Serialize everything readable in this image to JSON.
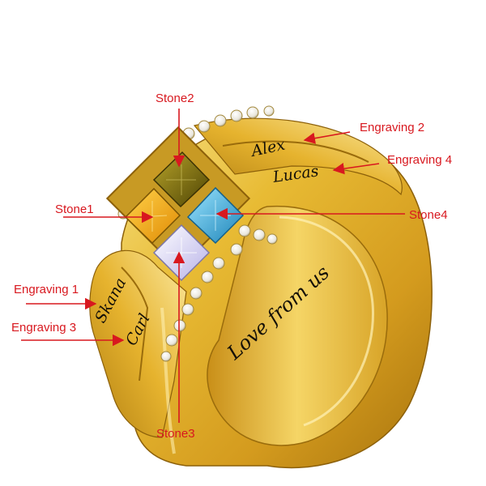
{
  "colors": {
    "label_red": "#d8181f",
    "gold_light": "#f7de7a",
    "gold_mid": "#e4b42c",
    "gold_dark": "#9a6c0c",
    "engraving_ink": "#141008",
    "stone_yellow": "#f3b010",
    "stone_olive": "#7a6c10",
    "stone_lavender": "#dcd8f3",
    "stone_aqua": "#4ab4dc"
  },
  "callouts": {
    "stone1": "Stone1",
    "stone2": "Stone2",
    "stone3": "Stone3",
    "stone4": "Stone4",
    "engraving1": "Engraving 1",
    "engraving2": "Engraving 2",
    "engraving3": "Engraving 3",
    "engraving4": "Engraving 4"
  },
  "engravings": {
    "engraving1": "Skana",
    "engraving2": "Alex",
    "engraving3": "Carl",
    "engraving4": "Lucas",
    "inner_band": "Love from us"
  }
}
